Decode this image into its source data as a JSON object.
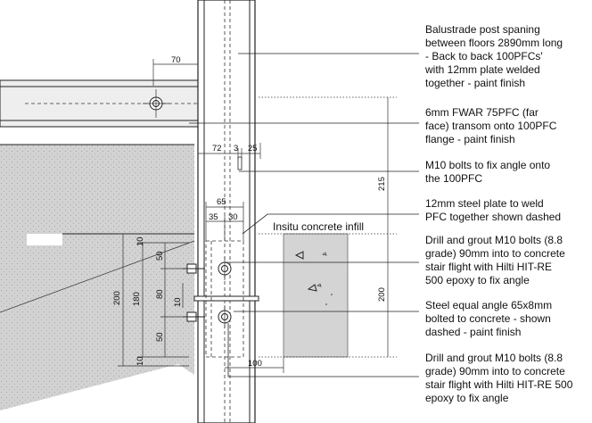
{
  "notes": [
    {
      "lines": [
        "Balustrade post spaning",
        "between floors 2890mm long",
        "- Back to back 100PFCs'",
        "with 12mm plate welded",
        "together - paint finish"
      ]
    },
    {
      "lines": [
        "6mm FWAR 75PFC (far",
        "face) transom onto 100PFC",
        "flange - paint finish"
      ]
    },
    {
      "lines": [
        "M10 bolts to fix angle onto",
        "the 100PFC"
      ]
    },
    {
      "lines": [
        "12mm steel plate to weld",
        "PFC together shown dashed"
      ]
    },
    {
      "lines": [
        "Drill and grout M10 bolts (8.8",
        "grade) 90mm into to concrete",
        "stair flight with Hilti HIT-RE",
        "500 epoxy to fix angle"
      ]
    },
    {
      "lines": [
        "Steel equal angle 65x8mm",
        "bolted to concrete - shown",
        "dashed - paint finish"
      ]
    },
    {
      "lines": [
        "Drill and grout M10 bolts (8.8",
        "grade) 90mm into to concrete",
        "stair flight with Hilti HIT-RE 500",
        "epoxy to fix angle"
      ]
    }
  ],
  "infill_label": "Insitu concrete infill",
  "dimensions": {
    "d70": "70",
    "d72": "72",
    "d3": "3",
    "d25": "25",
    "d65": "65",
    "d35": "35",
    "d30": "30",
    "d215": "215",
    "d200_right": "200",
    "d200_left": "200",
    "d180": "180",
    "d10_top": "10",
    "d50_top": "50",
    "d80": "80",
    "d10_mid": "10",
    "d50_bot": "50",
    "d10_bot": "10",
    "d100": "100"
  }
}
